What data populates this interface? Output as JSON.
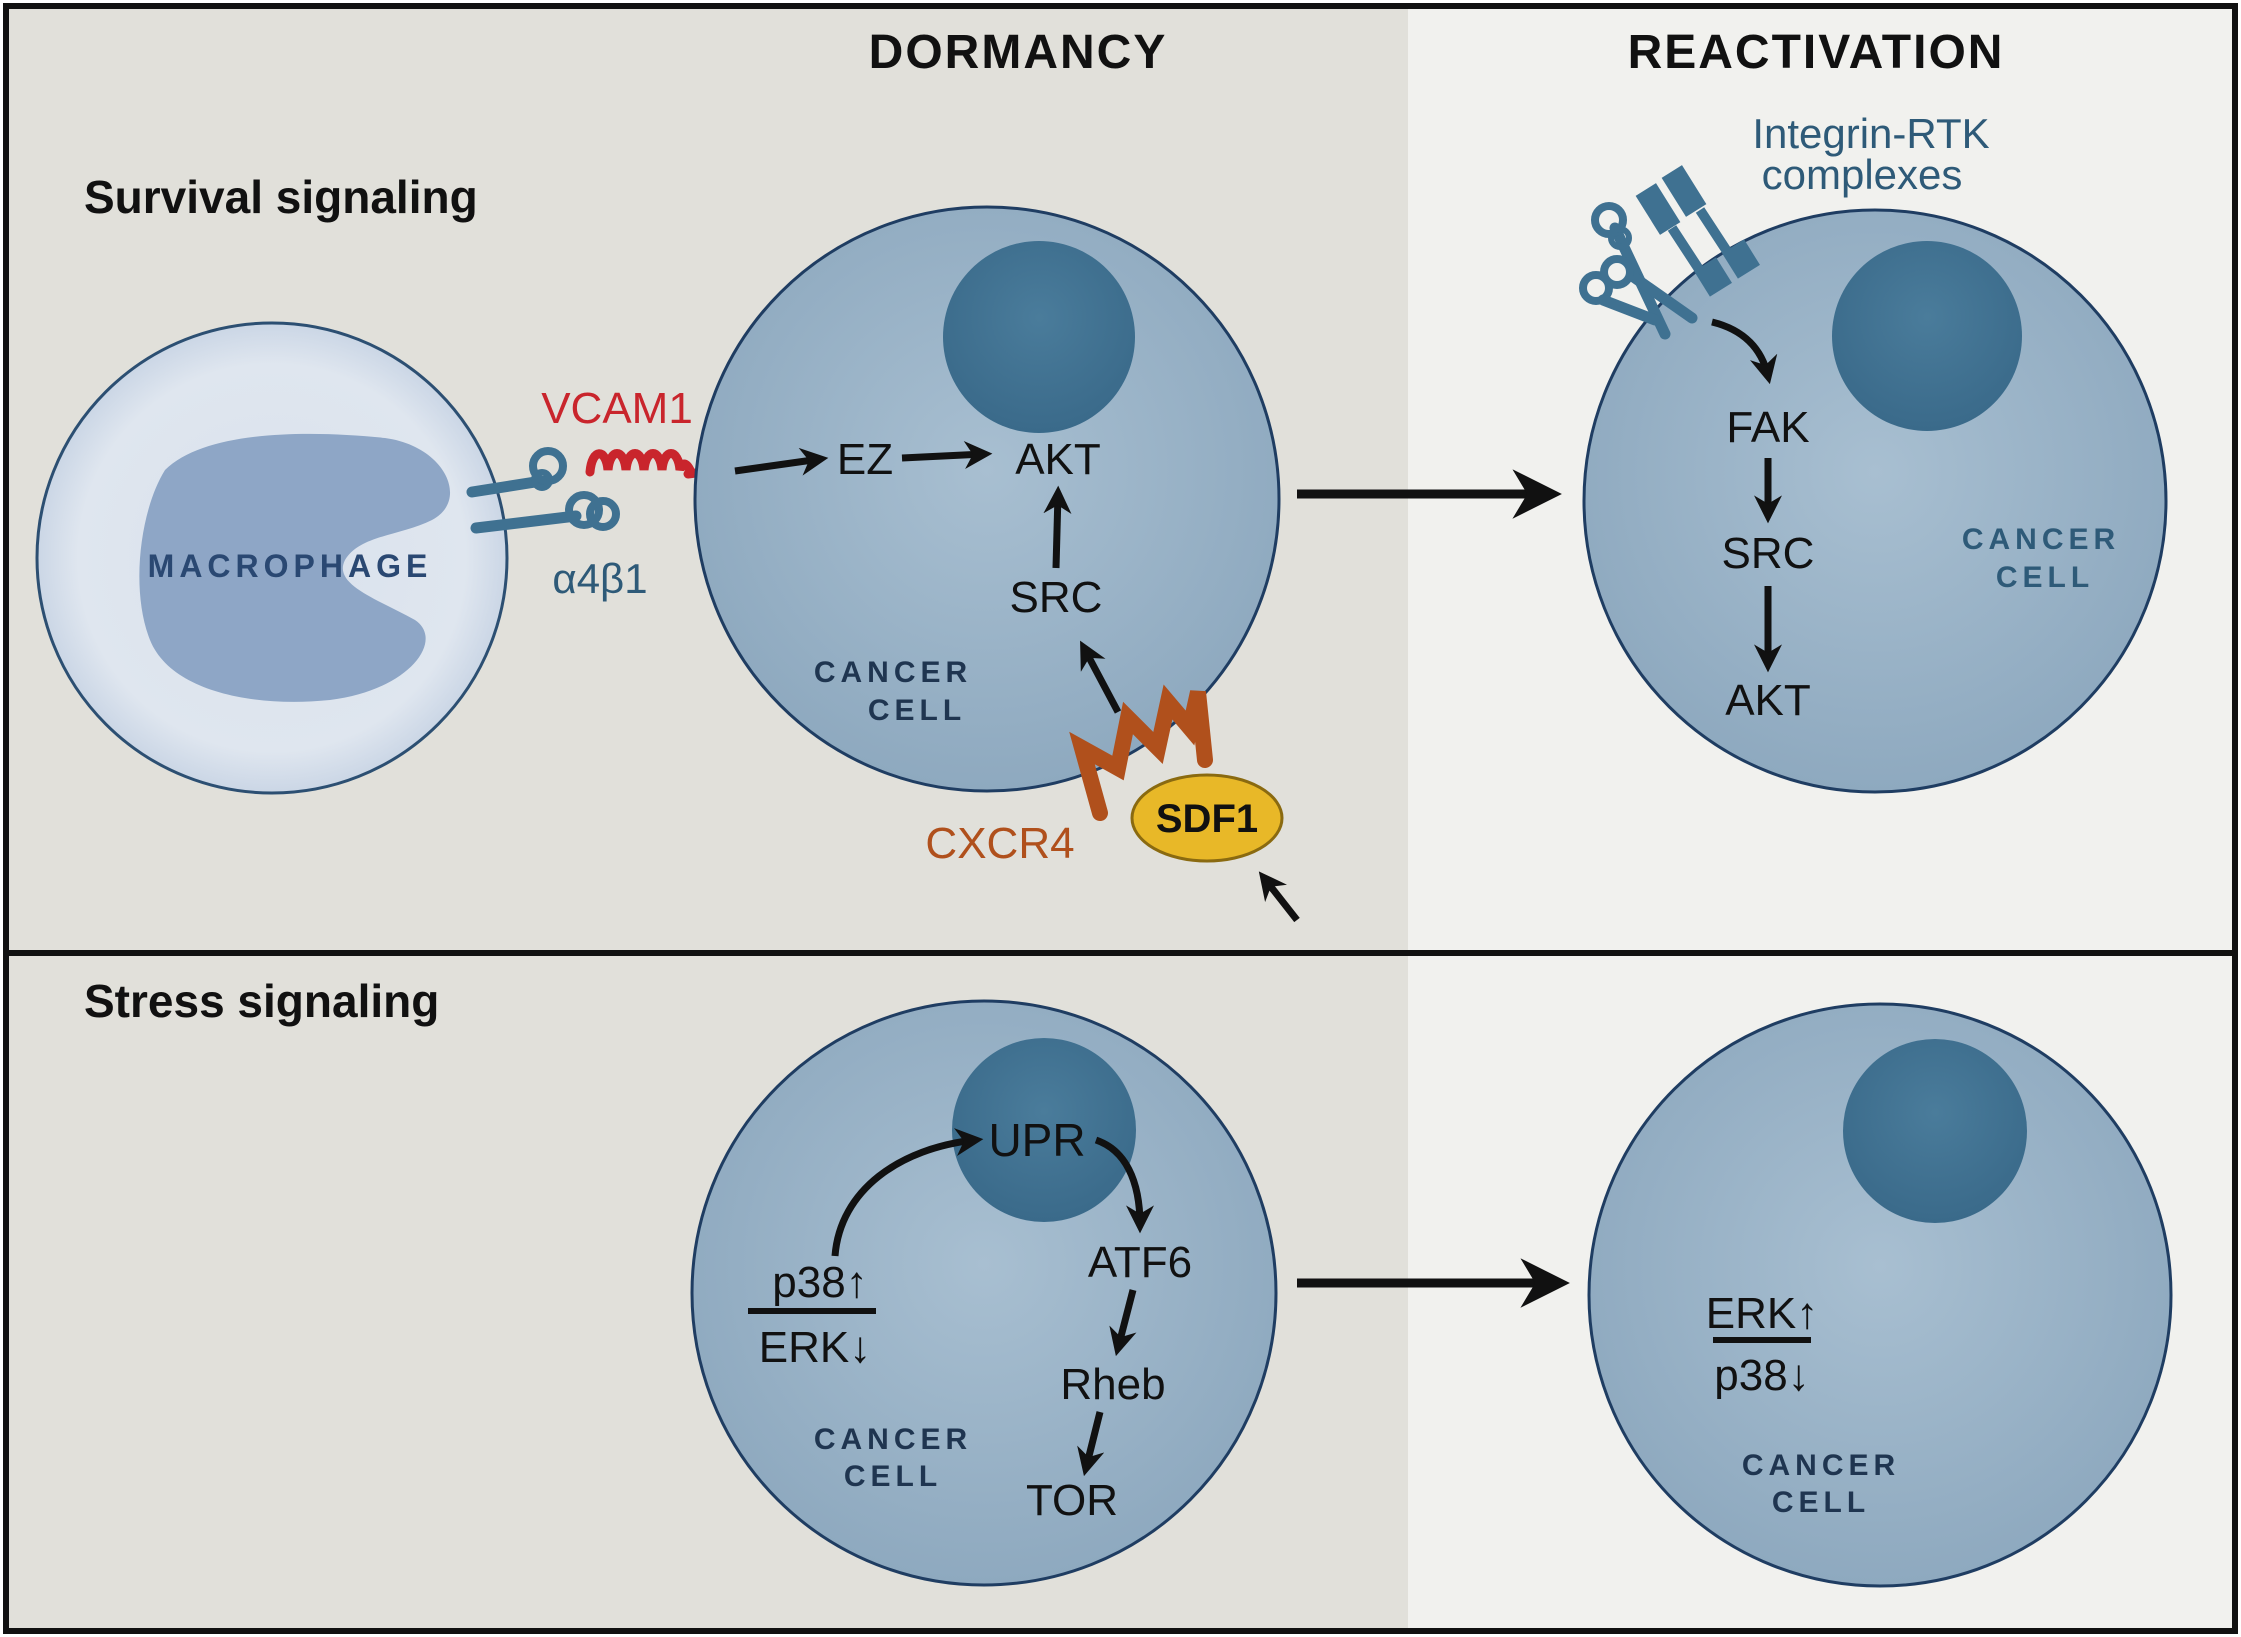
{
  "headers": {
    "dormancy": "DORMANCY",
    "reactivation": "REACTIVATION"
  },
  "sections": {
    "survival": "Survival signaling",
    "stress": "Stress signaling"
  },
  "survival": {
    "macrophage": "MACROPHAGE",
    "vcam1": "VCAM1",
    "a4b1": "α4β1",
    "ez": "EZ",
    "akt": "AKT",
    "src": "SRC",
    "cancer1": "CANCER",
    "cancer2": "CELL",
    "cxcr4": "CXCR4",
    "sdf1": "SDF1",
    "integrin1": "Integrin-RTK",
    "integrin2": "complexes",
    "fak": "FAK",
    "src2": "SRC",
    "akt2": "AKT",
    "cancer_r1": "CANCER",
    "cancer_r2": "CELL"
  },
  "stress": {
    "upr": "UPR",
    "p38": "p38↑",
    "erk": "ERK↓",
    "atf6": "ATF6",
    "rheb": "Rheb",
    "tor": "TOR",
    "cancer1": "CANCER",
    "cancer2": "CELL",
    "erk_r": "ERK↑",
    "p38_r": "p38↓",
    "cancer_r1": "CANCER",
    "cancer_r2": "CELL"
  },
  "colors": {
    "dormancy_bg": "#e1e0da",
    "reactivation_bg": "#f1f1ee",
    "cell_fill": "#9bb4c8",
    "nucleus": "#3f7191",
    "macrophage_nucleus": "#8ea6c6",
    "vcam1": "#c9252c",
    "cxcr4": "#b0501c",
    "sdf1": "#e8b828",
    "integrin": "#3f7191"
  }
}
